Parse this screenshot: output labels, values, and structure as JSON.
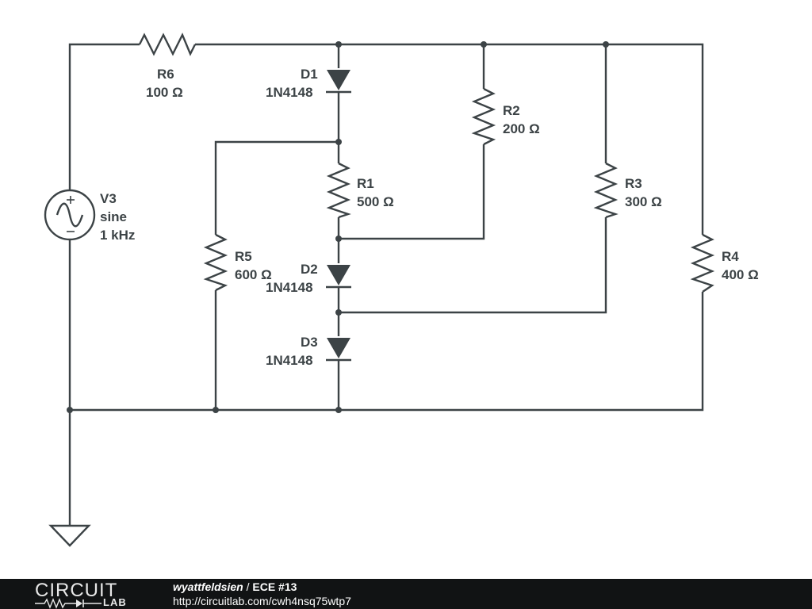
{
  "components": {
    "r6": {
      "ref": "R6",
      "value": "100 Ω"
    },
    "d1": {
      "ref": "D1",
      "value": "1N4148"
    },
    "r2": {
      "ref": "R2",
      "value": "200 Ω"
    },
    "v3": {
      "ref": "V3",
      "value": "sine",
      "freq": "1 kHz"
    },
    "r1": {
      "ref": "R1",
      "value": "500 Ω"
    },
    "r3": {
      "ref": "R3",
      "value": "300 Ω"
    },
    "r5": {
      "ref": "R5",
      "value": "600 Ω"
    },
    "r4": {
      "ref": "R4",
      "value": "400 Ω"
    },
    "d2": {
      "ref": "D2",
      "value": "1N4148"
    },
    "d3": {
      "ref": "D3",
      "value": "1N4148"
    }
  },
  "colors": {
    "wire": "#3c4346",
    "footer_bg": "#111314"
  },
  "footer": {
    "logo_top": "CIRCUIT",
    "logo_bottom": "LAB",
    "author": "wyattfeldsien",
    "separator": " / ",
    "title": "ECE #13",
    "url": "http://circuitlab.com/cwh4nsq75wtp7"
  }
}
